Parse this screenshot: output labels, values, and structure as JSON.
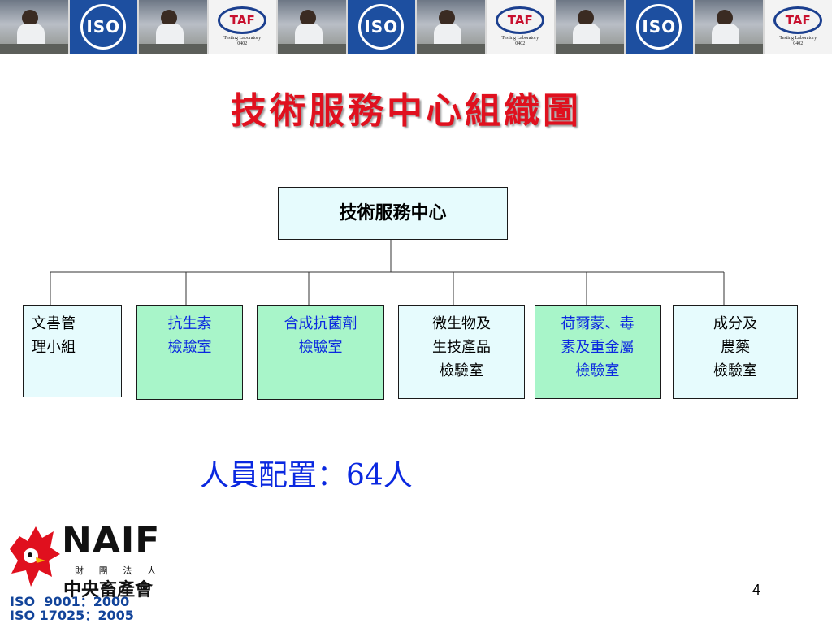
{
  "banner": {
    "tiles": [
      {
        "kind": "photo"
      },
      {
        "kind": "iso",
        "text": "ISO"
      },
      {
        "kind": "photo"
      },
      {
        "kind": "taf",
        "mark": "TAF",
        "sub1": "Testing Laboratory",
        "sub2": "0402"
      },
      {
        "kind": "photo"
      },
      {
        "kind": "iso",
        "text": "ISO"
      },
      {
        "kind": "photo"
      },
      {
        "kind": "taf",
        "mark": "TAF",
        "sub1": "Testing Laboratory",
        "sub2": "0402"
      },
      {
        "kind": "photo"
      },
      {
        "kind": "iso",
        "text": "ISO"
      },
      {
        "kind": "photo"
      },
      {
        "kind": "taf",
        "mark": "TAF",
        "sub1": "Testing Laboratory",
        "sub2": "0402"
      }
    ]
  },
  "title": "技術服務中心組織圖",
  "org": {
    "root": "技術服務中心",
    "units": [
      {
        "lines": [
          "文書管",
          "理小組"
        ]
      },
      {
        "lines": [
          "抗生素",
          "檢驗室"
        ]
      },
      {
        "lines": [
          "合成抗菌劑",
          "檢驗室"
        ]
      },
      {
        "lines": [
          "微生物及",
          "生技產品",
          "檢驗室"
        ]
      },
      {
        "lines": [
          "荷爾蒙、毒",
          "素及重金屬",
          "檢驗室"
        ]
      },
      {
        "lines": [
          "成分及",
          "農藥",
          "檢驗室"
        ]
      }
    ]
  },
  "staffing": "人員配置：64人",
  "logo": {
    "word": "NAIF",
    "sub_chars": [
      "財",
      "團",
      "法",
      "人"
    ],
    "org_name": "中央畜產會",
    "iso_lines": [
      "ISO  9001：2000",
      "ISO 17025：2005"
    ]
  },
  "page_number": "4",
  "colors": {
    "title": "#e0101e",
    "staffing": "#0a28e0",
    "unit_green": "#a8f5c9",
    "unit_cyan": "#e6fbfd"
  }
}
